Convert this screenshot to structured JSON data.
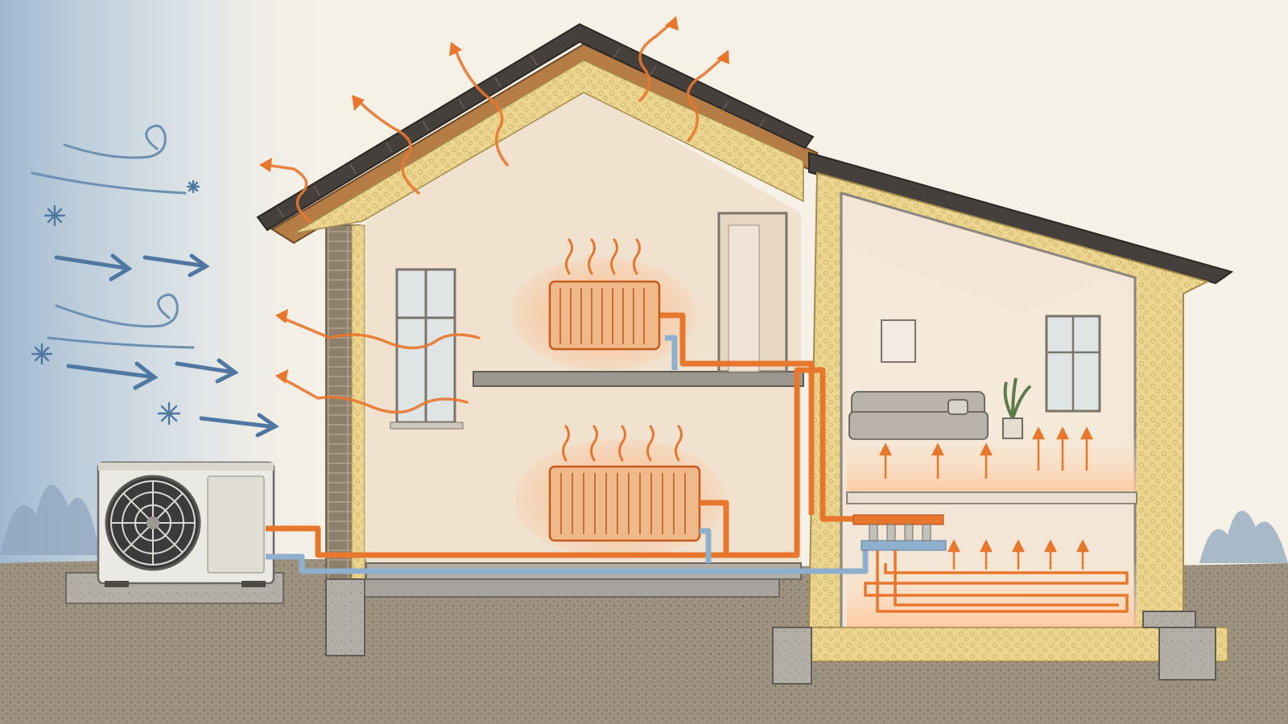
{
  "scene": {
    "subject": "heat-pump-house-cross-section",
    "palette": {
      "background": "#f6f1e7",
      "cold_air": "#4f77a0",
      "hot_pipe": "#e8772e",
      "cold_pipe": "#8fb0cc",
      "insulation": "#ecd58f",
      "wall_interior": "#f1e2cf",
      "roof_tiles": "#45403b",
      "timber": "#b57d45",
      "concrete": "#a7a39c",
      "ground": "#8f836f",
      "heat_glow": "#ffb380"
    },
    "icons": [
      "snowflake-icon",
      "wind-swirl-icon",
      "wind-arrow-icon",
      "heat-wave-icon",
      "heat-up-arrow-icon",
      "fan-icon"
    ],
    "outdoor_unit": {
      "type": "air-source-heat-pump"
    },
    "heat_emitters": [
      {
        "type": "radiator",
        "level": "upper-floor-left"
      },
      {
        "type": "radiator",
        "level": "ground-floor-left"
      },
      {
        "type": "underfloor-heating",
        "level": "insulated-extension"
      }
    ]
  }
}
